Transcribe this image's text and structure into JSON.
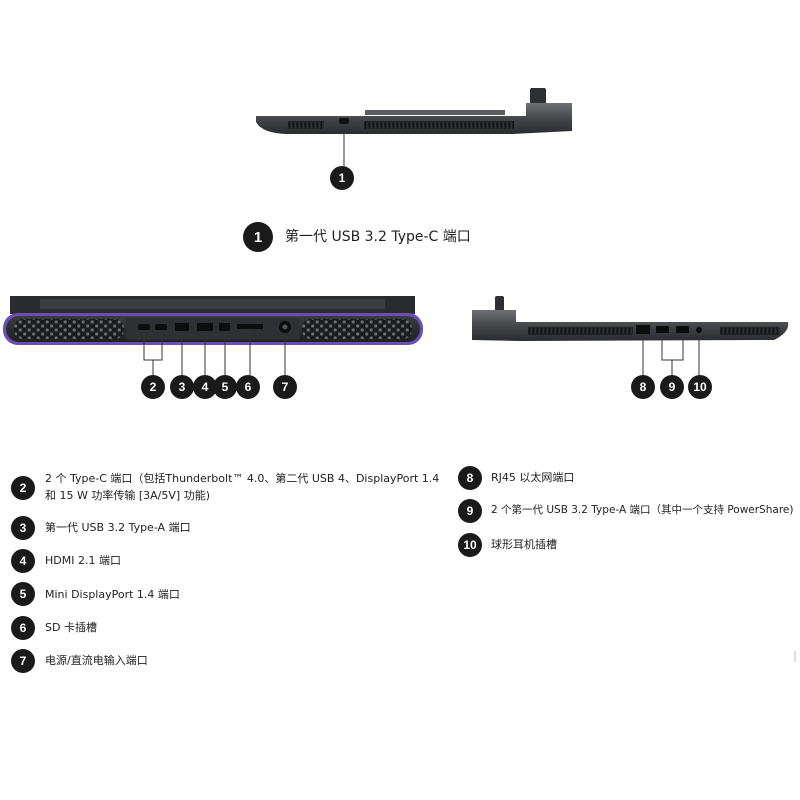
{
  "top": {
    "callout": "1",
    "legend_label": "第一代 USB 3.2 Type-C 端口"
  },
  "back_callouts": [
    "2",
    "3",
    "4",
    "5",
    "6",
    "7"
  ],
  "right_callouts": [
    "8",
    "9",
    "10"
  ],
  "left_legend": [
    {
      "num": "2",
      "text": "2 个 Type-C 端口（包括Thunderbolt™ 4.0、第二代 USB 4、DisplayPort 1.4 和 15 W 功率传输 [3A/5V] 功能)"
    },
    {
      "num": "3",
      "text": "第一代 USB 3.2 Type-A 端口"
    },
    {
      "num": "4",
      "text": "HDMI 2.1 端口"
    },
    {
      "num": "5",
      "text": "Mini DisplayPort 1.4 端口"
    },
    {
      "num": "6",
      "text": "SD 卡插槽"
    },
    {
      "num": "7",
      "text": "电源/直流电输入端口"
    }
  ],
  "right_legend": [
    {
      "num": "8",
      "text": "RJ45 以太网端口"
    },
    {
      "num": "9",
      "text": "2 个第一代 USB 3.2 Type-A 端口（其中一个支持 PowerShare)"
    },
    {
      "num": "10",
      "text": "球形耳机插槽"
    }
  ],
  "colors": {
    "badge": "#1a1a1a",
    "chassis": "#3b3d40",
    "accent_ring": "#6a4fb3"
  }
}
